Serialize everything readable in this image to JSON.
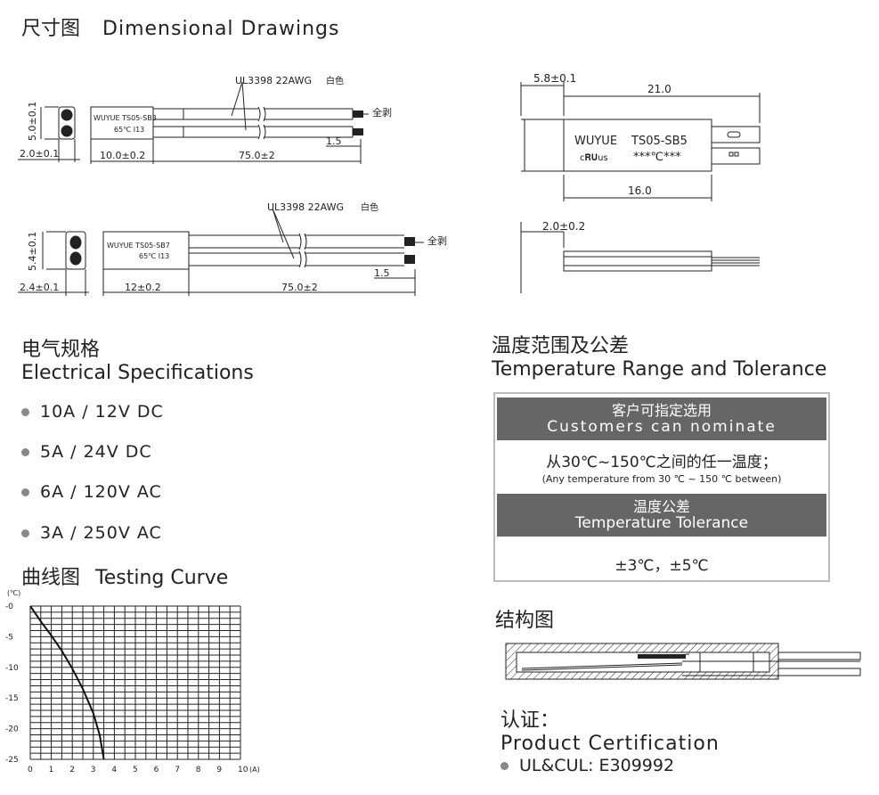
{
  "heading": {
    "cn": "尺寸图",
    "en": "Dimensional Drawings"
  },
  "drawing1": {
    "wire": "UL3398  22AWG",
    "wire_color": "白色",
    "strip": "全剥",
    "label_line1": "WUYUE TS05-SB3",
    "label_line2": "65℃  I13",
    "dim_height": "5.0±0.1",
    "dim_width": "2.0±0.1",
    "dim_body": "10.0±0.2",
    "dim_lead": "75.0±2",
    "dim_strip": "1.5"
  },
  "drawing2": {
    "wire": "UL3398  22AWG",
    "wire_color": "白色",
    "strip": "全剥",
    "label_line1": "WUYUE   TS05-SB7",
    "label_line2": "65℃  I13",
    "dim_height": "5.4±0.1",
    "dim_width": "2.4±0.1",
    "dim_body": "12±0.2",
    "dim_lead": "75.0±2",
    "dim_strip": "1.5"
  },
  "drawing3": {
    "dim_thick_top": "5.8±0.1",
    "dim_total": "21.0",
    "dim_body": "16.0",
    "dim_side": "2.0±0.2",
    "brand": "WUYUE",
    "model": "TS05-SB5",
    "temp": "***℃***",
    "mark": "c𝐑𝐔us"
  },
  "electrical": {
    "cn": "电气规格",
    "en": "Electrical Specifications",
    "items": [
      "10A / 12V DC",
      "5A / 24V DC",
      "6A / 120V AC",
      "3A / 250V AC"
    ]
  },
  "curve_section": {
    "cn": "曲线图",
    "en": "Testing Curve"
  },
  "chart_data": {
    "type": "line",
    "xlabel": "(A)",
    "ylabel": "(℃)",
    "x_ticks": [
      "0",
      "1",
      "2",
      "3",
      "4",
      "5",
      "6",
      "7",
      "8",
      "9",
      "10"
    ],
    "y_ticks": [
      "-0",
      "-5",
      "-10",
      "-15",
      "-20",
      "-25"
    ],
    "xlim": [
      0,
      10
    ],
    "ylim": [
      -25,
      0
    ],
    "grid": true,
    "series": [
      {
        "x": [
          0,
          0.5,
          1,
          1.5,
          2,
          2.5,
          3,
          3.3,
          3.5
        ],
        "y": [
          0,
          -2.5,
          -4.8,
          -7.3,
          -10.2,
          -13.5,
          -17.5,
          -21,
          -25
        ]
      }
    ]
  },
  "temperature": {
    "cn": "温度范围及公差",
    "en": "Temperature Range and Tolerance",
    "hdr1_cn": "客户可指定选用",
    "hdr1_en": "Customers can nominate",
    "range_cn": "从30℃~150℃之间的任一温度；",
    "range_en": "(Any temperature from 30 ℃ ~ 150 ℃ between)",
    "hdr2_cn": "温度公差",
    "hdr2_en": "Temperature  Tolerance",
    "tolerance": "±3℃，±5℃"
  },
  "structure": {
    "cn": "结构图"
  },
  "certification": {
    "cn": "认证：",
    "en": "Product Certification",
    "item": "UL&CUL: E309992"
  }
}
